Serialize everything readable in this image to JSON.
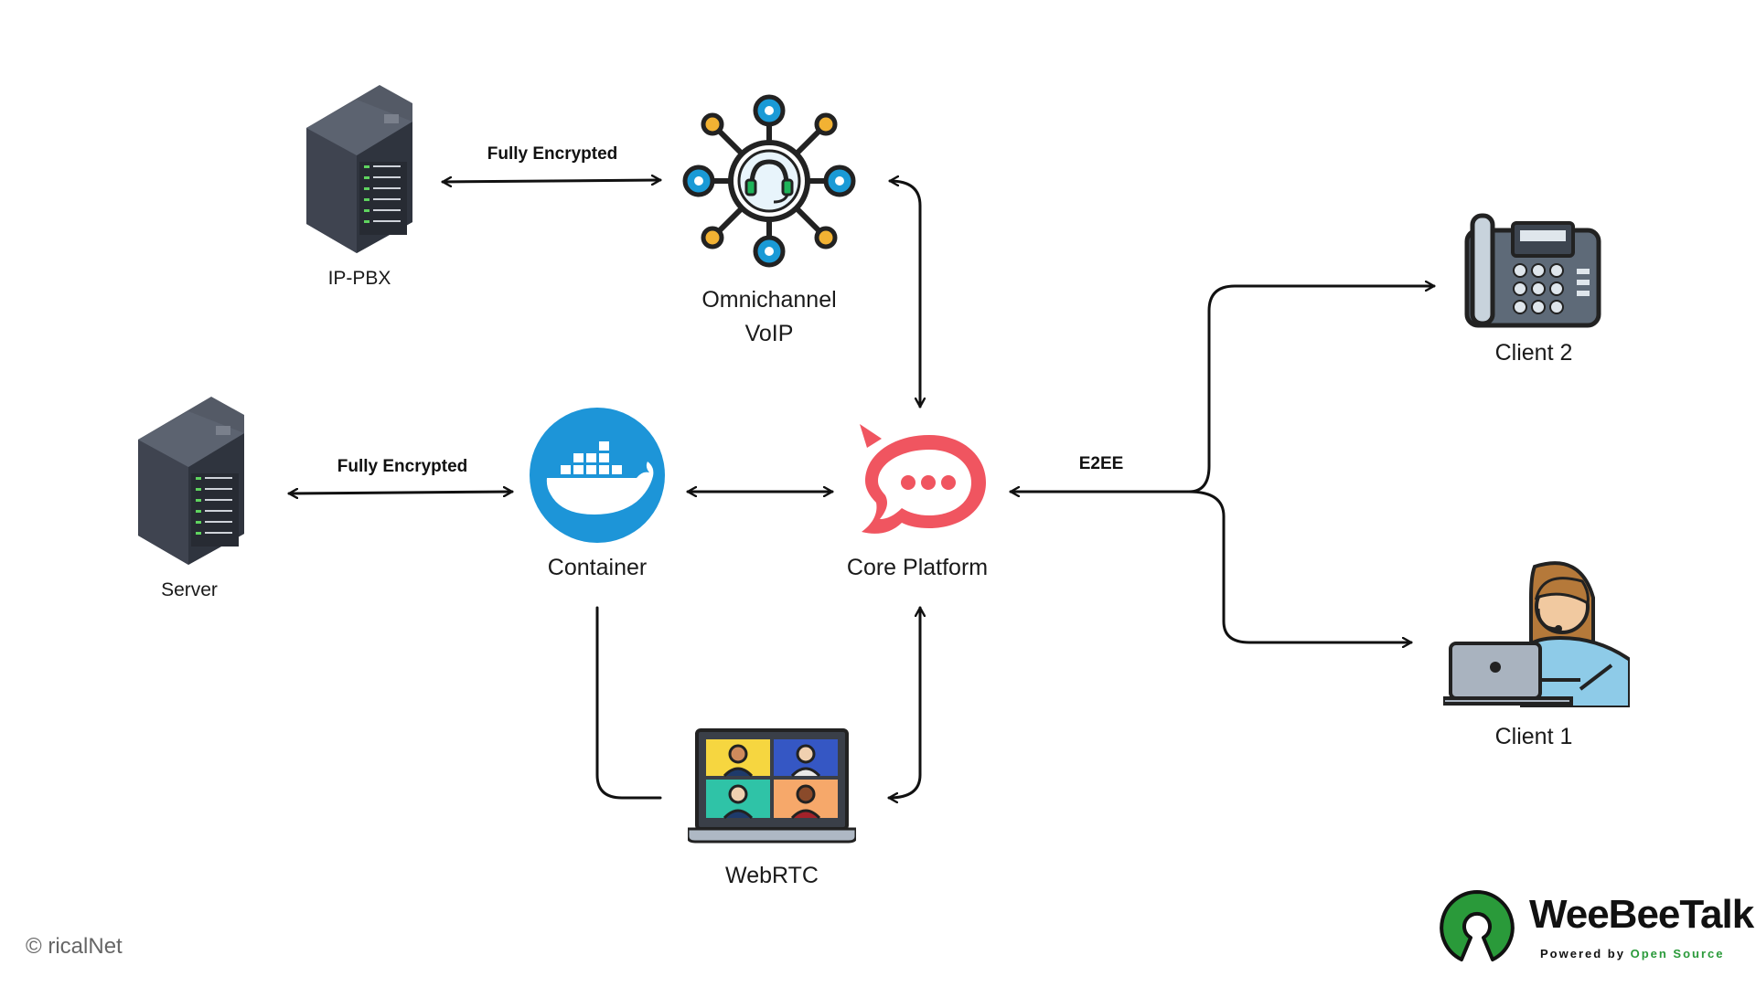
{
  "nodes": {
    "ip_pbx": "IP-PBX",
    "omnichannel": [
      "Omnichannel",
      "VoIP"
    ],
    "server": "Server",
    "container": "Container",
    "core_platform": "Core Platform",
    "webrtc": "WebRTC",
    "client_2": "Client 2",
    "client_1": "Client 1"
  },
  "edges": {
    "pbx_omnichannel": "Fully Encrypted",
    "server_container": "Fully Encrypted",
    "core_clients": "E2EE"
  },
  "footer": {
    "copyright": "© ricalNet",
    "brand_name": "WeeBeeTalk",
    "powered_by": "Powered by",
    "open_source": "Open Source"
  },
  "colors": {
    "server_body": "#3f4450",
    "server_lights": "#5fd45f",
    "docker_blue": "#1d95d8",
    "rocket_red": "#f05560",
    "omni_blue": "#1a9ad6",
    "omni_orange": "#f2b233",
    "brand_green": "#2a9a3a"
  },
  "icons": {
    "ip_pbx": "server-rack-icon",
    "server": "server-rack-icon",
    "omnichannel": "omnichannel-headset-icon",
    "container": "docker-whale-icon",
    "core_platform": "chat-bubble-icon",
    "webrtc": "video-call-laptop-icon",
    "client_2": "desk-phone-icon",
    "client_1": "agent-laptop-icon",
    "brand": "open-source-logo-icon"
  }
}
